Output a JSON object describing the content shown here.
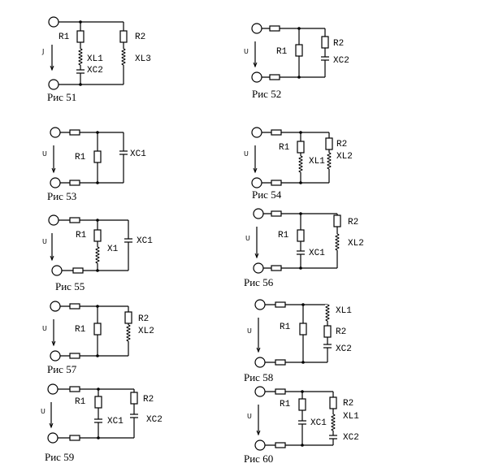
{
  "figures": [
    {
      "caption": "Рис 51",
      "voltage_label": "J",
      "branches": [
        [
          "R",
          "L",
          "C"
        ],
        [
          "R",
          "L"
        ]
      ],
      "labels": [
        "R1",
        "XL1",
        "XC2",
        "R2",
        "XL3"
      ]
    },
    {
      "caption": "Рис 52",
      "voltage_label": "U",
      "branches": [
        [
          "R"
        ],
        [
          "R",
          "C"
        ]
      ],
      "labels": [
        "R1",
        "R2",
        "XC2"
      ]
    },
    {
      "caption": "Рис 53",
      "voltage_label": "U",
      "branches": [
        [
          "R"
        ],
        [
          "C"
        ]
      ],
      "labels": [
        "R1",
        "XC1"
      ]
    },
    {
      "caption": "Рис 54",
      "voltage_label": "U",
      "branches": [
        [
          "R",
          "L"
        ],
        [
          "R",
          "L"
        ]
      ],
      "labels": [
        "R1",
        "XL1",
        "R2",
        "XL2"
      ]
    },
    {
      "caption": "Рис 55",
      "voltage_label": "U",
      "branches": [
        [
          "R",
          "L"
        ],
        [
          "C"
        ]
      ],
      "labels": [
        "R1",
        "X1",
        "XC1"
      ]
    },
    {
      "caption": "Рис 56",
      "voltage_label": "U",
      "branches": [
        [
          "R",
          "C"
        ],
        [
          "R",
          "L"
        ]
      ],
      "labels": [
        "R1",
        "XC1",
        "R2",
        "XL2"
      ]
    },
    {
      "caption": "Рис 57",
      "voltage_label": "U",
      "branches": [
        [
          "R"
        ],
        [
          "R",
          "L"
        ]
      ],
      "labels": [
        "R1",
        "R2",
        "XL2"
      ]
    },
    {
      "caption": "Рис 58",
      "voltage_label": "U",
      "branches": [
        [
          "R"
        ],
        [
          "L",
          "R",
          "C"
        ]
      ],
      "labels": [
        "R1",
        "XL1",
        "R2",
        "XC2"
      ]
    },
    {
      "caption": "Рис 59",
      "voltage_label": "U",
      "branches": [
        [
          "R",
          "C"
        ],
        [
          "R",
          "C"
        ]
      ],
      "labels": [
        "R1",
        "XC1",
        "R2",
        "XC2"
      ]
    },
    {
      "caption": "Рис 60",
      "voltage_label": "U",
      "branches": [
        [
          "R",
          "C"
        ],
        [
          "R",
          "L",
          "C"
        ]
      ],
      "labels": [
        "R1",
        "XC1",
        "R2",
        "XL1",
        "XC2"
      ]
    }
  ]
}
